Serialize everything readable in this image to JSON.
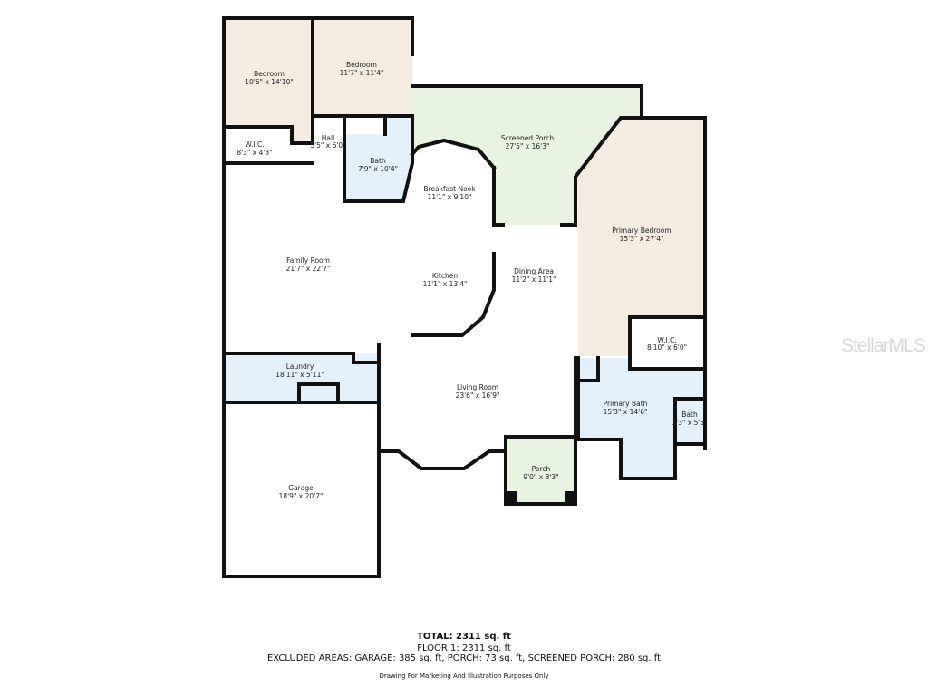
{
  "rooms": [
    {
      "name": "Bedroom",
      "dims": "10'6\" x 14'10\""
    },
    {
      "name": "Bedroom",
      "dims": "11'7\" x 11'4\""
    },
    {
      "name": "W.I.C.",
      "dims": "8'3\" x 4'3\""
    },
    {
      "name": "Hall",
      "dims": "5'5\" x 6'0\""
    },
    {
      "name": "Bath",
      "dims": "7'9\" x 10'4\""
    },
    {
      "name": "Screened Porch",
      "dims": "27'5\" x 16'3\""
    },
    {
      "name": "Breakfast Nook",
      "dims": "11'1\" x 9'10\""
    },
    {
      "name": "Family Room",
      "dims": "21'7\" x 22'7\""
    },
    {
      "name": "Kitchen",
      "dims": "11'1\" x 13'4\""
    },
    {
      "name": "Dining Area",
      "dims": "11'2\" x 11'1\""
    },
    {
      "name": "Primary Bedroom",
      "dims": "15'3\" x 27'4\""
    },
    {
      "name": "W.I.C.",
      "dims": "8'10\" x 6'0\""
    },
    {
      "name": "Laundry",
      "dims": "18'11\" x 5'11\""
    },
    {
      "name": "Living Room",
      "dims": "23'6\" x 16'9\""
    },
    {
      "name": "Primary Bath",
      "dims": "15'3\" x 14'6\""
    },
    {
      "name": "Bath",
      "dims": "3'3\" x 5'5\""
    },
    {
      "name": "Porch",
      "dims": "9'0\" x 8'3\""
    },
    {
      "name": "Garage",
      "dims": "18'9\" x 20'7\""
    }
  ],
  "colors": {
    "bedroom": "#f4ece0",
    "bath": "#e4f1fb",
    "porch": "#e8f3e1",
    "wall": "#111111"
  },
  "footer": {
    "total": "TOTAL: 2311 sq. ft",
    "floor": "FLOOR 1: 2311 sq. ft",
    "excluded": "EXCLUDED AREAS: GARAGE: 385 sq. ft, PORCH: 73 sq. ft, SCREENED PORCH: 280 sq. ft",
    "disclaimer": "Drawing For Marketing And Illustration Purposes Only"
  },
  "watermark": "StellarMLS"
}
